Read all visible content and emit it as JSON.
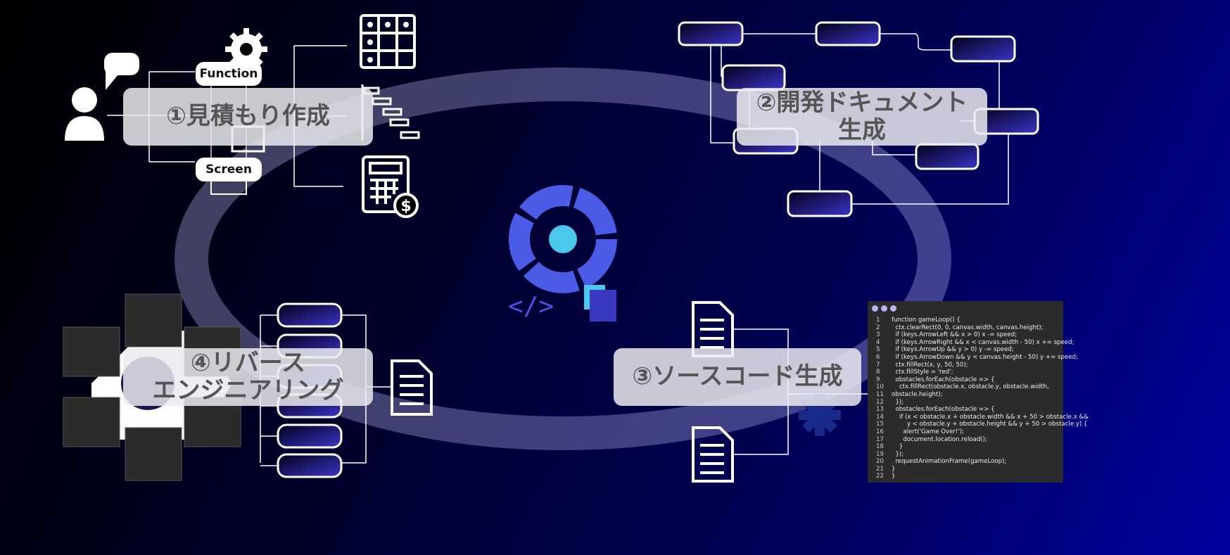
{
  "labels": {
    "estimate": "①見積もり作成",
    "docs_line1": "②開発ドキュメント",
    "docs_line2": "生成",
    "source": "③ソースコード生成",
    "reverse_line1": "④リバース",
    "reverse_line2": "エンジニアリング"
  },
  "pills": {
    "function": "Function",
    "screen": "Screen"
  },
  "center_logo": {
    "code_symbol": "</>"
  },
  "code": {
    "lines": [
      {
        "n": "1",
        "t": "function gameLoop() {"
      },
      {
        "n": "2",
        "t": "  ctx.clearRect(0, 0, canvas.width, canvas.height);"
      },
      {
        "n": "3",
        "t": "  if (keys.ArrowLeft && x > 0) x -= speed;"
      },
      {
        "n": "4",
        "t": "  if (keys.ArrowRight && x < canvas.width - 50) x += speed;"
      },
      {
        "n": "5",
        "t": "  if (keys.ArrowUp && y > 0) y -= speed;"
      },
      {
        "n": "6",
        "t": "  if (keys.ArrowDown && y < canvas.height - 50) y += speed;"
      },
      {
        "n": "7",
        "t": "  ctx.fillRect(x, y, 50, 50);"
      },
      {
        "n": "8",
        "t": "  ctx.fillStyle = 'red';"
      },
      {
        "n": "9",
        "t": "  obstacles.forEach(obstacle => {"
      },
      {
        "n": "10",
        "t": "    ctx.fillRect(obstacle.x, obstacle.y, obstacle.width,"
      },
      {
        "n": "11",
        "t": "obstacle.height);"
      },
      {
        "n": "12",
        "t": "  });"
      },
      {
        "n": "13",
        "t": "  obstacles.forEach(obstacle => {"
      },
      {
        "n": "14",
        "t": "    if (x < obstacle.x + obstacle.width && x + 50 > obstacle.x &&"
      },
      {
        "n": "15",
        "t": "        y < obstacle.y + obstacle.height && y + 50 > obstacle.y) {"
      },
      {
        "n": "16",
        "t": "      alert('Game Over!');"
      },
      {
        "n": "17",
        "t": "      document.location.reload();"
      },
      {
        "n": "18",
        "t": "    }"
      },
      {
        "n": "19",
        "t": "  });"
      },
      {
        "n": "20",
        "t": "  requestAnimationFrame(gameLoop);"
      },
      {
        "n": "21",
        "t": "}"
      },
      {
        "n": "22",
        "t": "}"
      }
    ]
  },
  "colors": {
    "ring": "#4a4aa0",
    "accent": "#4b5be6",
    "cyan": "#4cc8f0"
  }
}
